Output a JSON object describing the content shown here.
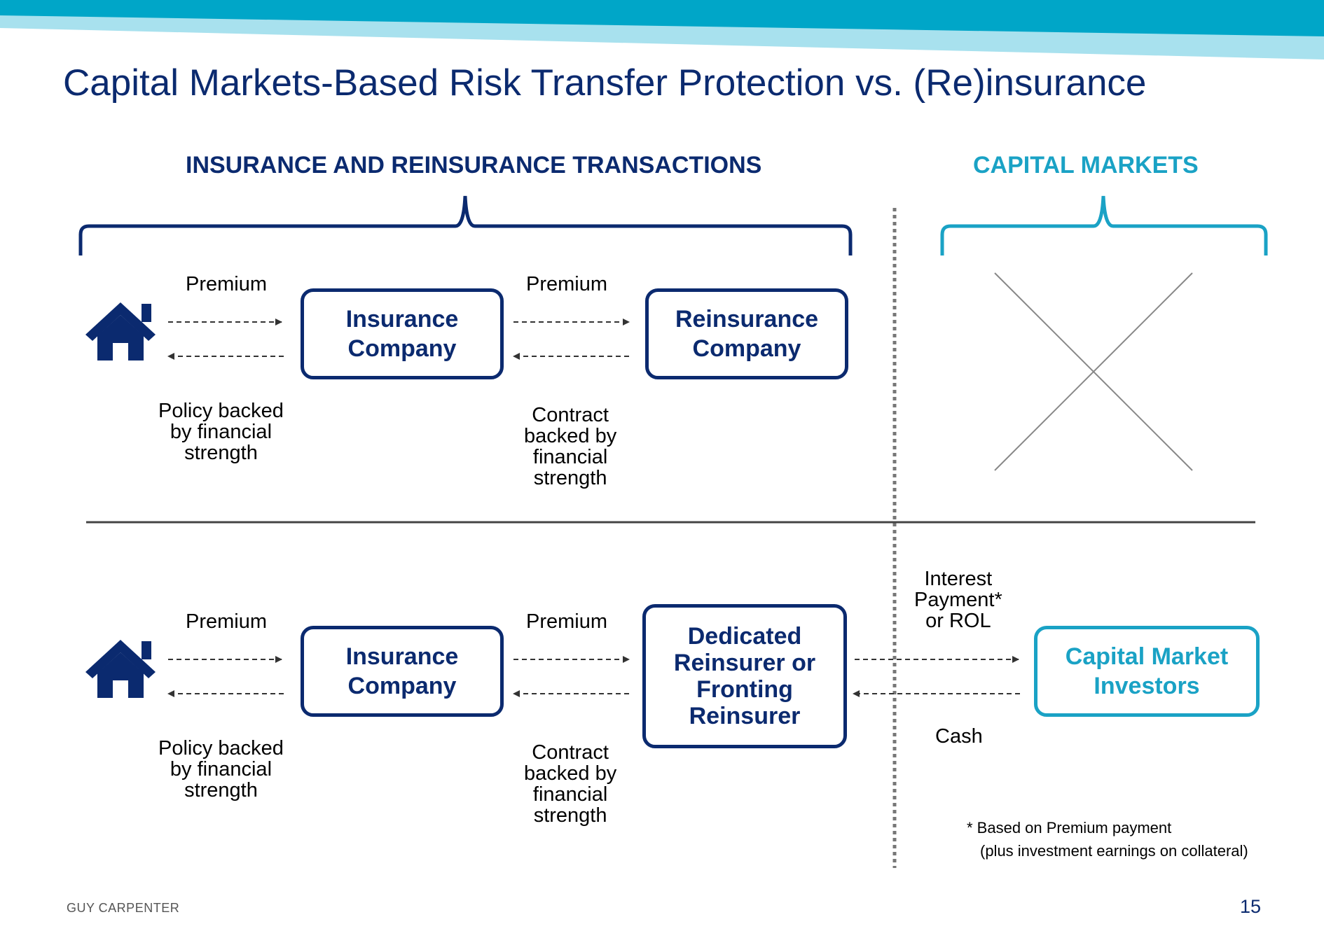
{
  "title": "Capital Markets-Based Risk Transfer Protection vs. (Re)insurance",
  "headers": {
    "insurance": "INSURANCE AND REINSURANCE TRANSACTIONS",
    "capital": "CAPITAL MARKETS"
  },
  "top_row": {
    "premium_1": "Premium",
    "premium_2": "Premium",
    "insurance_box": "Insurance\nCompany",
    "reinsurance_box": "Reinsurance\nCompany",
    "policy_label": "Policy backed\nby financial\nstrength",
    "contract_label": "Contract\nbacked by\nfinancial\nstrength"
  },
  "bottom_row": {
    "premium_1": "Premium",
    "premium_2": "Premium",
    "insurance_box": "Insurance\nCompany",
    "dedicated_box": "Dedicated\nReinsurer or\nFronting\nReinsurer",
    "investors_box": "Capital Market\nInvestors",
    "policy_label": "Policy backed\nby financial\nstrength",
    "contract_label": "Contract\nbacked by\nfinancial\nstrength",
    "interest_label": "Interest\nPayment*\nor ROL",
    "cash_label": "Cash"
  },
  "footnote": {
    "line1": "* Based on Premium payment",
    "line2": "(plus investment earnings on collateral)"
  },
  "footer": "GUY CARPENTER",
  "page_number": "15",
  "colors": {
    "navy": "#0b2a6f",
    "teal": "#1aa2c5",
    "banner_dark": "#00a6c8",
    "banner_light": "#a8e1ee"
  },
  "icons": [
    "house-icon",
    "cross-out-icon"
  ]
}
